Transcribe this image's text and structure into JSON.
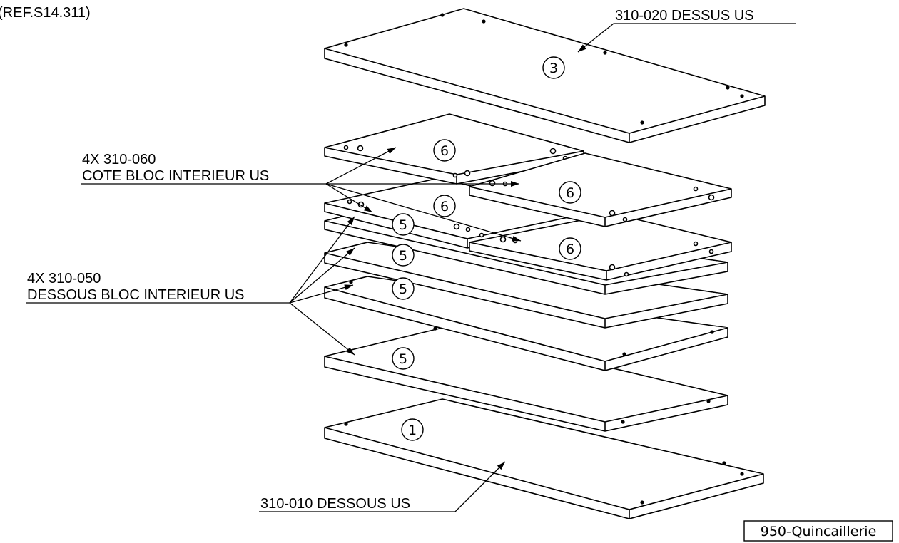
{
  "ref_text": "(REF.S14.311)",
  "labels": {
    "top_plate": "310-020 DESSUS US",
    "cote_qty": "4X 310-060",
    "cote_name": "COTE BLOC INTERIEUR US",
    "dessous_qty": "4X 310-050",
    "dessous_name": "DESSOUS BLOC INTERIEUR US",
    "bottom_plate": "310-010 DESSOUS US"
  },
  "balloons": {
    "top": "3",
    "side_a": "6",
    "side_b": "6",
    "side_c": "6",
    "side_d": "6",
    "inner_a": "5",
    "inner_b": "5",
    "inner_c": "5",
    "inner_d": "5",
    "bottom": "1"
  },
  "stamp": "950-Quincaillerie"
}
